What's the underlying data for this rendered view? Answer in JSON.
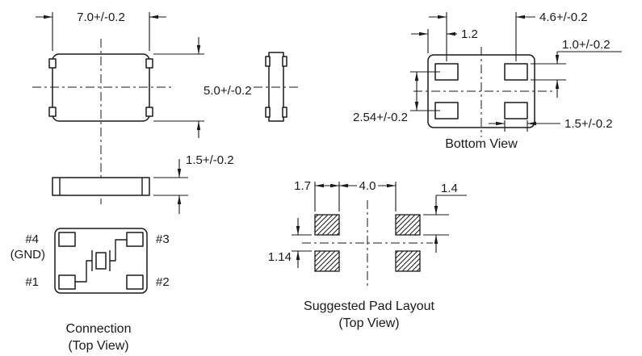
{
  "top_view": {
    "dim_width": "7.0+/-0.2",
    "dim_height": "5.0+/-0.2",
    "dim_thickness": "1.5+/-0.2"
  },
  "bottom_view": {
    "caption": "Bottom View",
    "dim_pad_span": "4.6+/-0.2",
    "dim_edge_to_pad_center": "1.2",
    "dim_pad_height": "1.0+/-0.2",
    "dim_pad_pitch": "2.54+/-0.2",
    "dim_pad_width": "1.5+/-0.2"
  },
  "connection_view": {
    "caption_line1": "Connection",
    "caption_line2": "(Top View)",
    "pin_top_left": "#4",
    "pin_top_left_note": "(GND)",
    "pin_top_right": "#3",
    "pin_bottom_left": "#1",
    "pin_bottom_right": "#2"
  },
  "pad_layout": {
    "caption_line1": "Suggested Pad Layout",
    "caption_line2": "(Top View)",
    "dim_pad_width": "1.7",
    "dim_inner_span": "4.0",
    "dim_pad_height": "1.4",
    "dim_inner_gap": "1.14"
  },
  "colors": {
    "ink": "#1a1a1a",
    "background": "#ffffff"
  }
}
